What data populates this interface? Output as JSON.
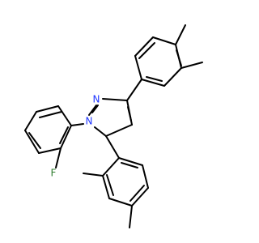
{
  "molecule": {
    "atom_labels": {
      "n1": "N",
      "n2": "N",
      "f": "F"
    },
    "colors": {
      "bond": "#000000",
      "nitrogen": "#1f36ff",
      "fluorine": "#2f7d2f"
    }
  }
}
